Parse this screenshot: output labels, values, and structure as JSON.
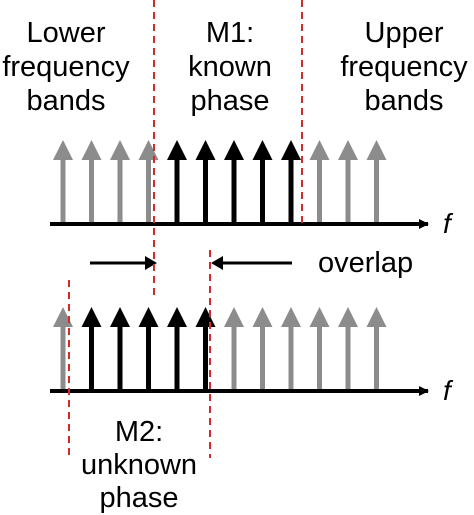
{
  "labels": {
    "lower_bands": [
      "Lower",
      "frequency",
      "bands"
    ],
    "m1": [
      "M1:",
      "known",
      "phase"
    ],
    "upper_bands": [
      "Upper",
      "frequency",
      "bands"
    ],
    "overlap": "overlap",
    "m2": [
      "M2:",
      "unknown",
      "phase"
    ],
    "axis_symbol": "f"
  },
  "spectra": [
    {
      "name": "top",
      "arrows": [
        "gray",
        "gray",
        "gray",
        "gray",
        "black",
        "black",
        "black",
        "black",
        "black",
        "gray",
        "gray",
        "gray"
      ]
    },
    {
      "name": "bottom",
      "arrows": [
        "gray",
        "black",
        "black",
        "black",
        "black",
        "black",
        "gray",
        "gray",
        "gray",
        "gray",
        "gray",
        "gray"
      ]
    }
  ],
  "colors": {
    "known_component": "#000000",
    "other_component": "#8c8c8c",
    "boundary_dashed": "#d42a2a",
    "axis": "#000000"
  }
}
